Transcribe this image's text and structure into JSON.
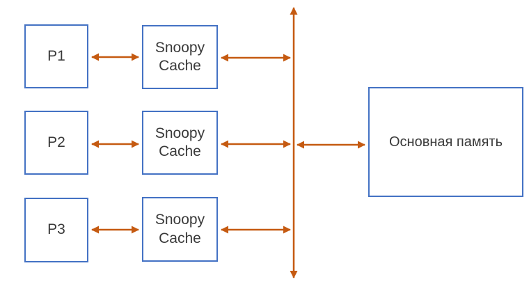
{
  "diagram": {
    "type": "snoopy-cache-bus-architecture",
    "nodes": {
      "p1": {
        "label": "P1"
      },
      "p2": {
        "label": "P2"
      },
      "p3": {
        "label": "P3"
      },
      "cache1": {
        "label": "Snoopy\nCache"
      },
      "cache2": {
        "label": "Snoopy\nCache"
      },
      "cache3": {
        "label": "Snoopy\nCache"
      },
      "memory": {
        "label": "Основная память"
      }
    },
    "connections": [
      {
        "from": "p1",
        "to": "cache1",
        "bidirectional": true
      },
      {
        "from": "cache1",
        "to": "bus",
        "bidirectional": true
      },
      {
        "from": "p2",
        "to": "cache2",
        "bidirectional": true
      },
      {
        "from": "cache2",
        "to": "bus",
        "bidirectional": true
      },
      {
        "from": "p3",
        "to": "cache3",
        "bidirectional": true
      },
      {
        "from": "cache3",
        "to": "bus",
        "bidirectional": true
      },
      {
        "from": "bus",
        "to": "memory",
        "bidirectional": true
      }
    ]
  },
  "colors": {
    "box_border": "#4472C4",
    "arrow": "#C55A11",
    "text": "#3A3A3A",
    "background": "#FFFFFF"
  }
}
